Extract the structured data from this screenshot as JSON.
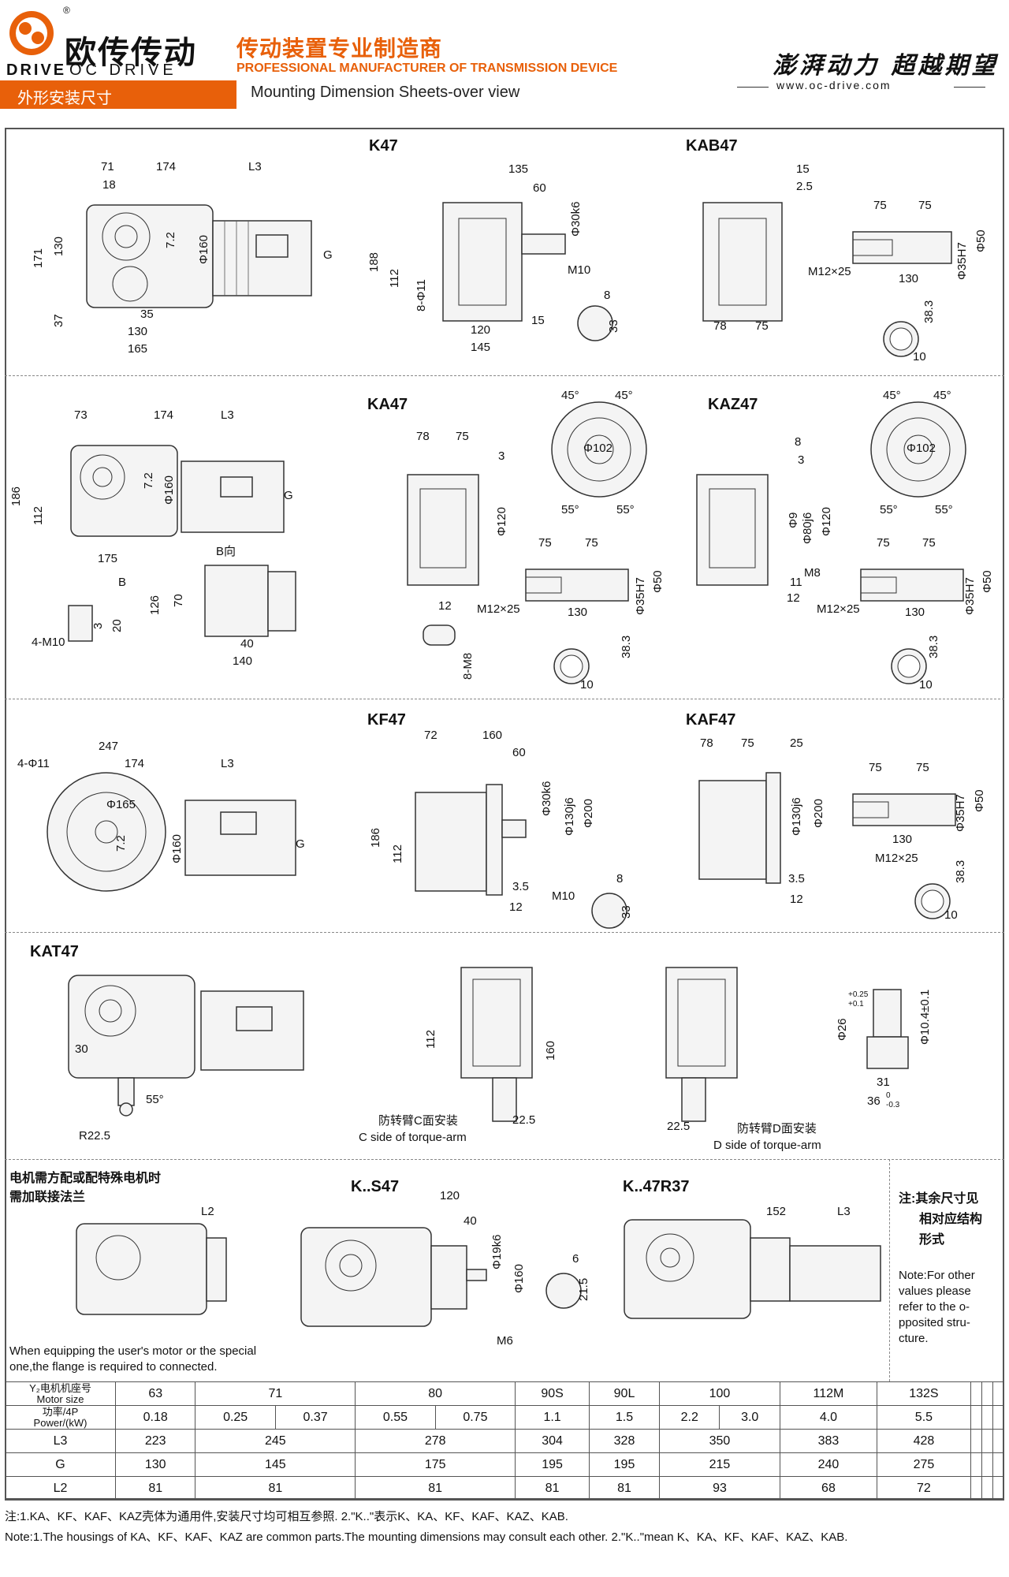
{
  "header": {
    "brand_cn": "欧传传动",
    "brand_en1": "DRIVE",
    "brand_en2": "OC DRIVE",
    "reg_mark": "®",
    "tagline_cn": "传动装置专业制造商",
    "tagline_en": "PROFESSIONAL MANUFACTURER OF TRANSMISSION DEVICE",
    "motto": "澎湃动力 超越期望",
    "website": "www.oc-drive.com",
    "section_cn": "外形安装尺寸",
    "section_en": "Mounting Dimension Sheets-over view",
    "accent_color": "#e8600a"
  },
  "watermark": "47",
  "models": {
    "k47": "K47",
    "kab47": "KAB47",
    "ka47": "KA47",
    "kaz47": "KAZ47",
    "kf47": "KF47",
    "kaf47": "KAF47",
    "kat47": "KAT47",
    "ks47": "K..S47",
    "k47r37": "K..47R37"
  },
  "dims": {
    "r1": {
      "a71": "71",
      "a174": "174",
      "aL3": "L3",
      "a18": "18",
      "a171": "171",
      "a130": "130",
      "a72": "7.2",
      "a160": "Φ160",
      "aG": "G",
      "a37": "37",
      "a35": "35",
      "b130": "130",
      "a165": "165",
      "k135": "135",
      "k60": "60",
      "k30k6": "Φ30k6",
      "k188": "188",
      "k112": "112",
      "k8f11": "8-Φ11",
      "kM10": "M10",
      "k120": "120",
      "k15": "15",
      "k145": "145",
      "k8": "8",
      "k33": "33",
      "ab15": "15",
      "ab25": "2.5",
      "ab75a": "75",
      "ab75b": "75",
      "abM12": "M12×25",
      "ab130": "130",
      "ab35H7": "Φ35H7",
      "ab50": "Φ50",
      "ab78": "78",
      "ab75c": "75",
      "ab383": "38.3",
      "ab10": "10"
    },
    "r2": {
      "a73": "73",
      "a174": "174",
      "aL3": "L3",
      "a186": "186",
      "a112": "112",
      "a72": "7.2",
      "a160": "Φ160",
      "aG": "G",
      "a175": "175",
      "aB": "B",
      "aBdir": "B向",
      "a126": "126",
      "a70": "70",
      "a40": "40",
      "a140": "140",
      "a3": "3",
      "a20": "20",
      "a4M10": "4-M10",
      "ka78": "78",
      "ka75": "75",
      "ka3": "3",
      "ka120": "Φ120",
      "ka45a": "45°",
      "ka45b": "45°",
      "ka102": "Φ102",
      "ka55a": "55°",
      "ka55b": "55°",
      "ka75a": "75",
      "ka75b": "75",
      "kaM12": "M12×25",
      "ka130": "130",
      "ka35H7": "Φ35H7",
      "ka50": "Φ50",
      "ka12": "12",
      "ka8M8": "8-M8",
      "ka383": "38.3",
      "ka10": "10",
      "kz8": "8",
      "kz3": "3",
      "kz9": "Φ9",
      "kz80j6": "Φ80j6",
      "kz120": "Φ120",
      "kzM8": "M8",
      "kz11": "11",
      "kz12": "12",
      "kz45a": "45°",
      "kz45b": "45°",
      "kz102": "Φ102",
      "kz55a": "55°",
      "kz55b": "55°",
      "kz75a": "75",
      "kz75b": "75",
      "kzM12": "M12×25",
      "kz130": "130",
      "kz35H7": "Φ35H7",
      "kz50": "Φ50",
      "kz383": "38.3",
      "kz10": "10"
    },
    "r3": {
      "a4f11": "4-Φ11",
      "a247": "247",
      "a174": "174",
      "aL3": "L3",
      "a165": "Φ165",
      "a72": "7.2",
      "a160": "Φ160",
      "aG": "G",
      "f72": "72",
      "f160": "160",
      "f60": "60",
      "f30k6": "Φ30k6",
      "f130j6": "Φ130j6",
      "f200": "Φ200",
      "f186": "186",
      "f112": "112",
      "f35": "3.5",
      "f12": "12",
      "fM10": "M10",
      "f8": "8",
      "f33": "33",
      "af78": "78",
      "af75": "75",
      "af25": "25",
      "af130j6": "Φ130j6",
      "af200": "Φ200",
      "af35": "3.5",
      "af12": "12",
      "af75a": "75",
      "af75b": "75",
      "af35H7": "Φ35H7",
      "af50": "Φ50",
      "af130": "130",
      "afM12": "M12×25",
      "af383": "38.3",
      "af10": "10"
    },
    "r4": {
      "t30": "30",
      "t55": "55°",
      "tR225": "R22.5",
      "t112": "112",
      "t160": "160",
      "t225a": "22.5",
      "t225b": "22.5",
      "tC_cn": "防转臂C面安装",
      "tC_en": "C side of torque-arm",
      "tD_cn": "防转臂D面安装",
      "tD_en": "D side of torque-arm",
      "t26": "Φ26",
      "t26tol_up": "+0.25",
      "t26tol_dn": "+0.1",
      "t104": "Φ10.4±0.1",
      "t31": "31",
      "t36": "36",
      "t36tol": "-0.3",
      "t36tol0": "0"
    },
    "r5": {
      "note_cn1": "电机需方配或配特殊电机时",
      "note_cn2": "需加联接法兰",
      "aL2": "L2",
      "s120": "120",
      "s40": "40",
      "s19k6": "Φ19k6",
      "s160": "Φ160",
      "s6": "6",
      "s215": "21.5",
      "sM6": "M6",
      "r152": "152",
      "rL3": "L3",
      "note_en1": "When equipping the user's motor or the special",
      "note_en2": "one,the flange is required to connected.",
      "side_cn1": "注:其余尺寸见",
      "side_cn2": "相对应结构",
      "side_cn3": "形式",
      "side_en": [
        "Note:For other",
        "values please",
        "refer to the o-",
        "pposited stru-",
        "cture."
      ]
    }
  },
  "table": {
    "h_cn": "Y₂电机机座号",
    "h_en": "Motor size",
    "p_cn": "功率/4P",
    "p_en": "Power/(kW)",
    "motor_sizes": [
      "63",
      "71",
      "80",
      "90S",
      "90L",
      "100",
      "112M",
      "132S"
    ],
    "power": [
      "0.18",
      "0.25",
      "0.37",
      "0.55",
      "0.75",
      "1.1",
      "1.5",
      "2.2",
      "3.0",
      "4.0",
      "5.5"
    ],
    "rows": [
      {
        "label": "L3",
        "values": [
          "223",
          "245",
          "278",
          "304",
          "328",
          "350",
          "383",
          "428"
        ]
      },
      {
        "label": "G",
        "values": [
          "130",
          "145",
          "175",
          "195",
          "195",
          "215",
          "240",
          "275"
        ]
      },
      {
        "label": "L2",
        "values": [
          "81",
          "81",
          "81",
          "81",
          "81",
          "93",
          "68",
          "72"
        ]
      }
    ]
  },
  "footer": {
    "cn": "注:1.KA、KF、KAF、KAZ壳体为通用件,安装尺寸均可相互参照.   2.\"K..\"表示K、KA、KF、KAF、KAZ、KAB.",
    "en": "Note:1.The housings of KA、KF、KAF、KAZ are common parts.The mounting dimensions may consult each other.  2.\"K..\"mean K、KA、KF、KAF、KAZ、KAB."
  }
}
